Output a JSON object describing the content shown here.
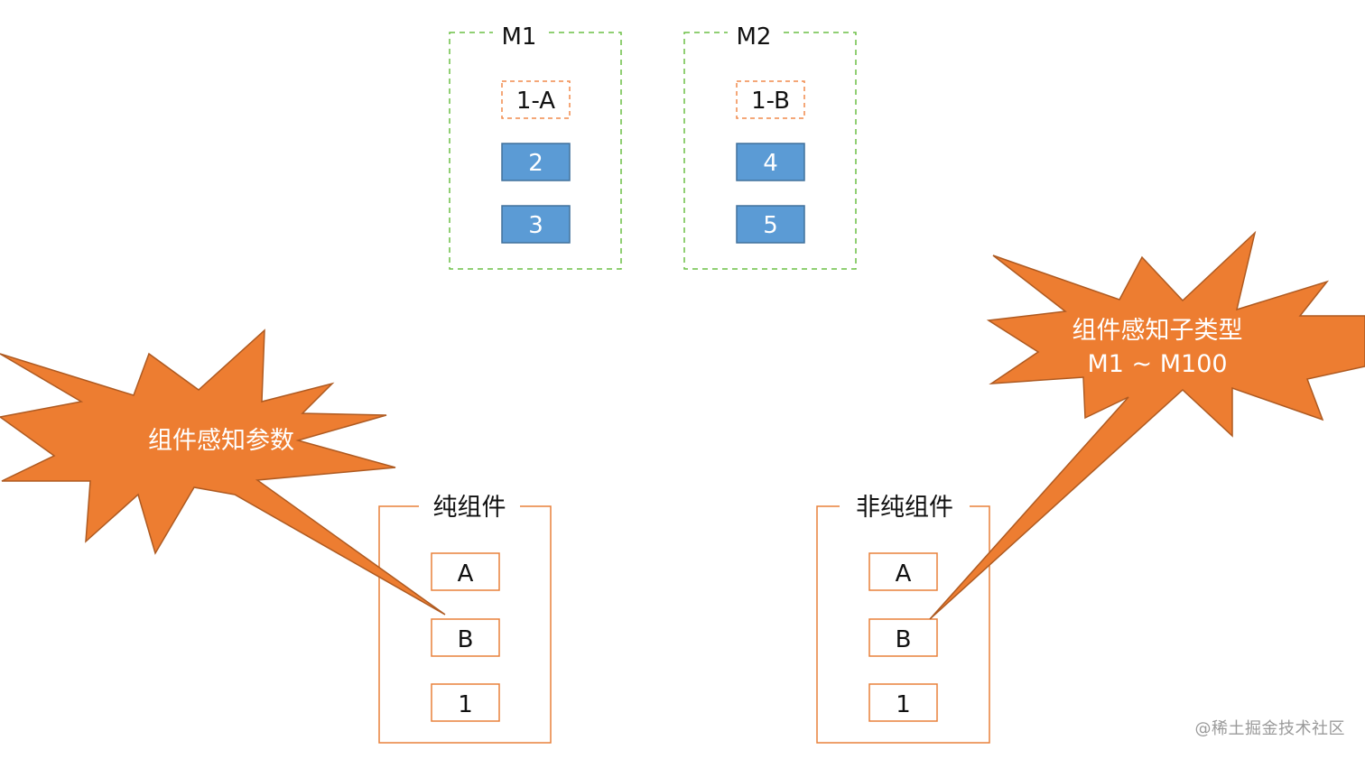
{
  "colors": {
    "dashed_green": "#6cbf45",
    "dashed_orange": "#f08a4b",
    "solid_orange": "#e8803a",
    "blue_fill": "#5b9bd5",
    "blue_stroke": "#41719c",
    "burst_fill": "#ed7d31",
    "burst_stroke": "#ae5a21",
    "burst_text": "#ffffff",
    "label_text": "#111111",
    "watermark": "#9a9a9a"
  },
  "modules": [
    {
      "title": "M1",
      "items": [
        {
          "label": "1-A",
          "style": "dashed"
        },
        {
          "label": "2",
          "style": "blue"
        },
        {
          "label": "3",
          "style": "blue"
        }
      ]
    },
    {
      "title": "M2",
      "items": [
        {
          "label": "1-B",
          "style": "dashed"
        },
        {
          "label": "4",
          "style": "blue"
        },
        {
          "label": "5",
          "style": "blue"
        }
      ]
    }
  ],
  "component_groups": [
    {
      "title": "纯组件",
      "items": [
        "A",
        "B",
        "1"
      ]
    },
    {
      "title": "非纯组件",
      "items": [
        "A",
        "B",
        "1"
      ]
    }
  ],
  "callouts": [
    {
      "lines": [
        "组件感知参数"
      ]
    },
    {
      "lines": [
        "组件感知子类型",
        "M1 ~ M100"
      ]
    }
  ],
  "watermark": "@稀土掘金技术社区"
}
